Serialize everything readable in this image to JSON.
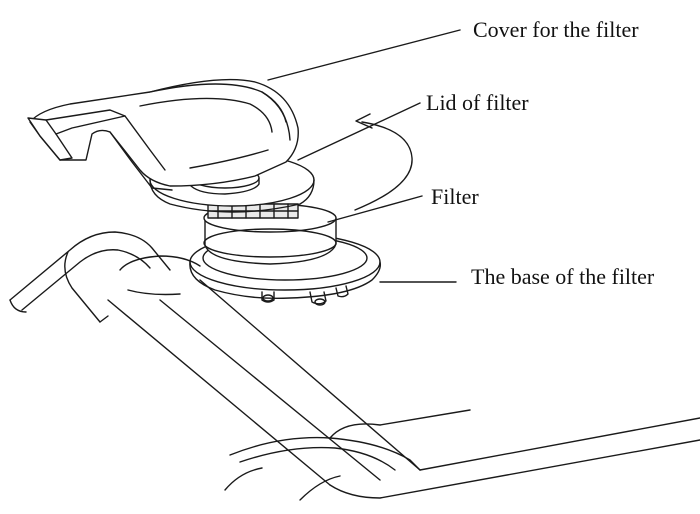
{
  "diagram": {
    "labels": {
      "cover": "Cover for the filter",
      "lid": "Lid of filter",
      "filter": "Filter",
      "base": "The base of the filter"
    },
    "colors": {
      "line": "#1a1a1a",
      "fill": "#ffffff",
      "shade": "#e9e9e9",
      "background": "#ffffff"
    }
  }
}
